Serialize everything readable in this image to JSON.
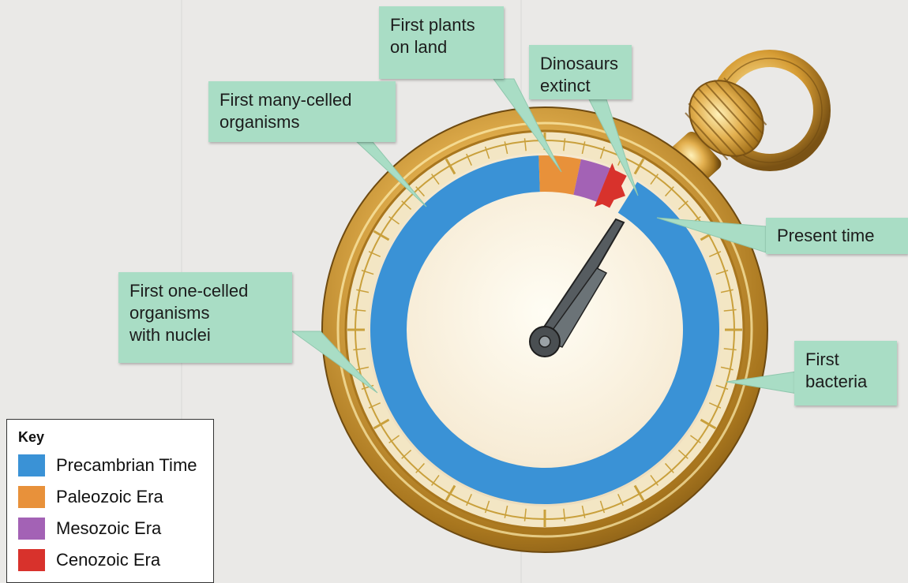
{
  "callouts": {
    "first_plants": "First plants\non land",
    "dinosaurs_extinct": "Dinosaurs\nextinct",
    "many_celled": "First many-celled\norganisms",
    "present_time": "Present time",
    "one_celled": "First one-celled\norganisms\nwith nuclei",
    "first_bacteria": "First\nbacteria"
  },
  "key": {
    "title": "Key",
    "items": [
      {
        "label": "Precambrian Time",
        "color": "#3a92d6"
      },
      {
        "label": "Paleozoic Era",
        "color": "#e8913a"
      },
      {
        "label": "Mesozoic Era",
        "color": "#a362b5"
      },
      {
        "label": "Cenozoic Era",
        "color": "#d8322c"
      }
    ]
  },
  "colors": {
    "callout_bg": "#a9ddc5",
    "gold": "#c9a03c",
    "dial_face": "#f6eedc",
    "hand": "#4a4f52"
  },
  "icons": {
    "watch": "pocket-watch-icon",
    "crown": "watch-crown-icon",
    "hand": "clock-hand-icon"
  }
}
